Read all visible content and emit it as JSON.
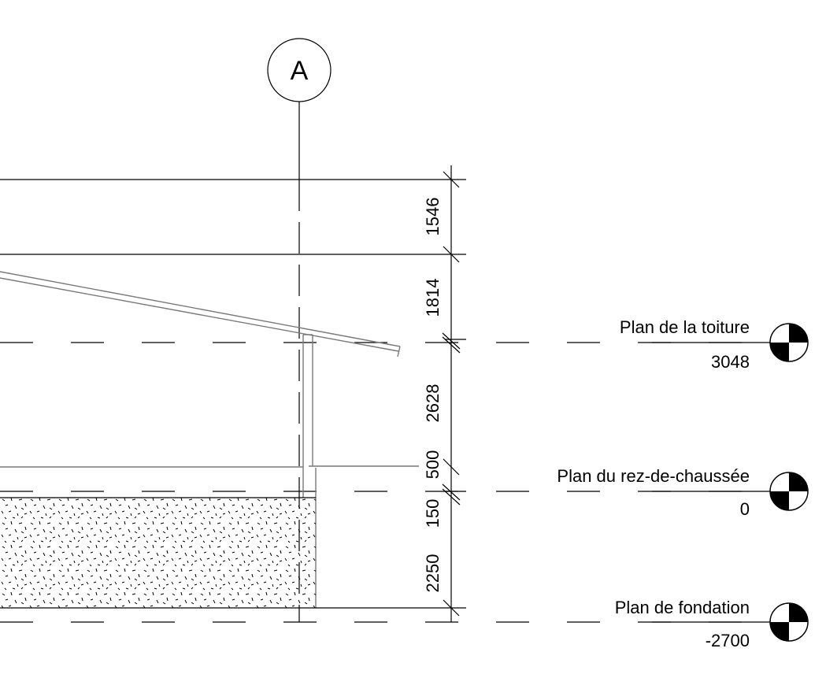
{
  "grid": {
    "label": "A"
  },
  "dimensions": [
    "1546",
    "1814",
    "2628",
    "500",
    "150",
    "2250"
  ],
  "levels": [
    {
      "name": "Plan de la toiture",
      "elevation": "3048"
    },
    {
      "name": "Plan du rez-de-chaussée",
      "elevation": "0"
    },
    {
      "name": "Plan de fondation",
      "elevation": "-2700"
    }
  ],
  "colors": {
    "ink": "#000000",
    "element": "#7a7a7a"
  }
}
